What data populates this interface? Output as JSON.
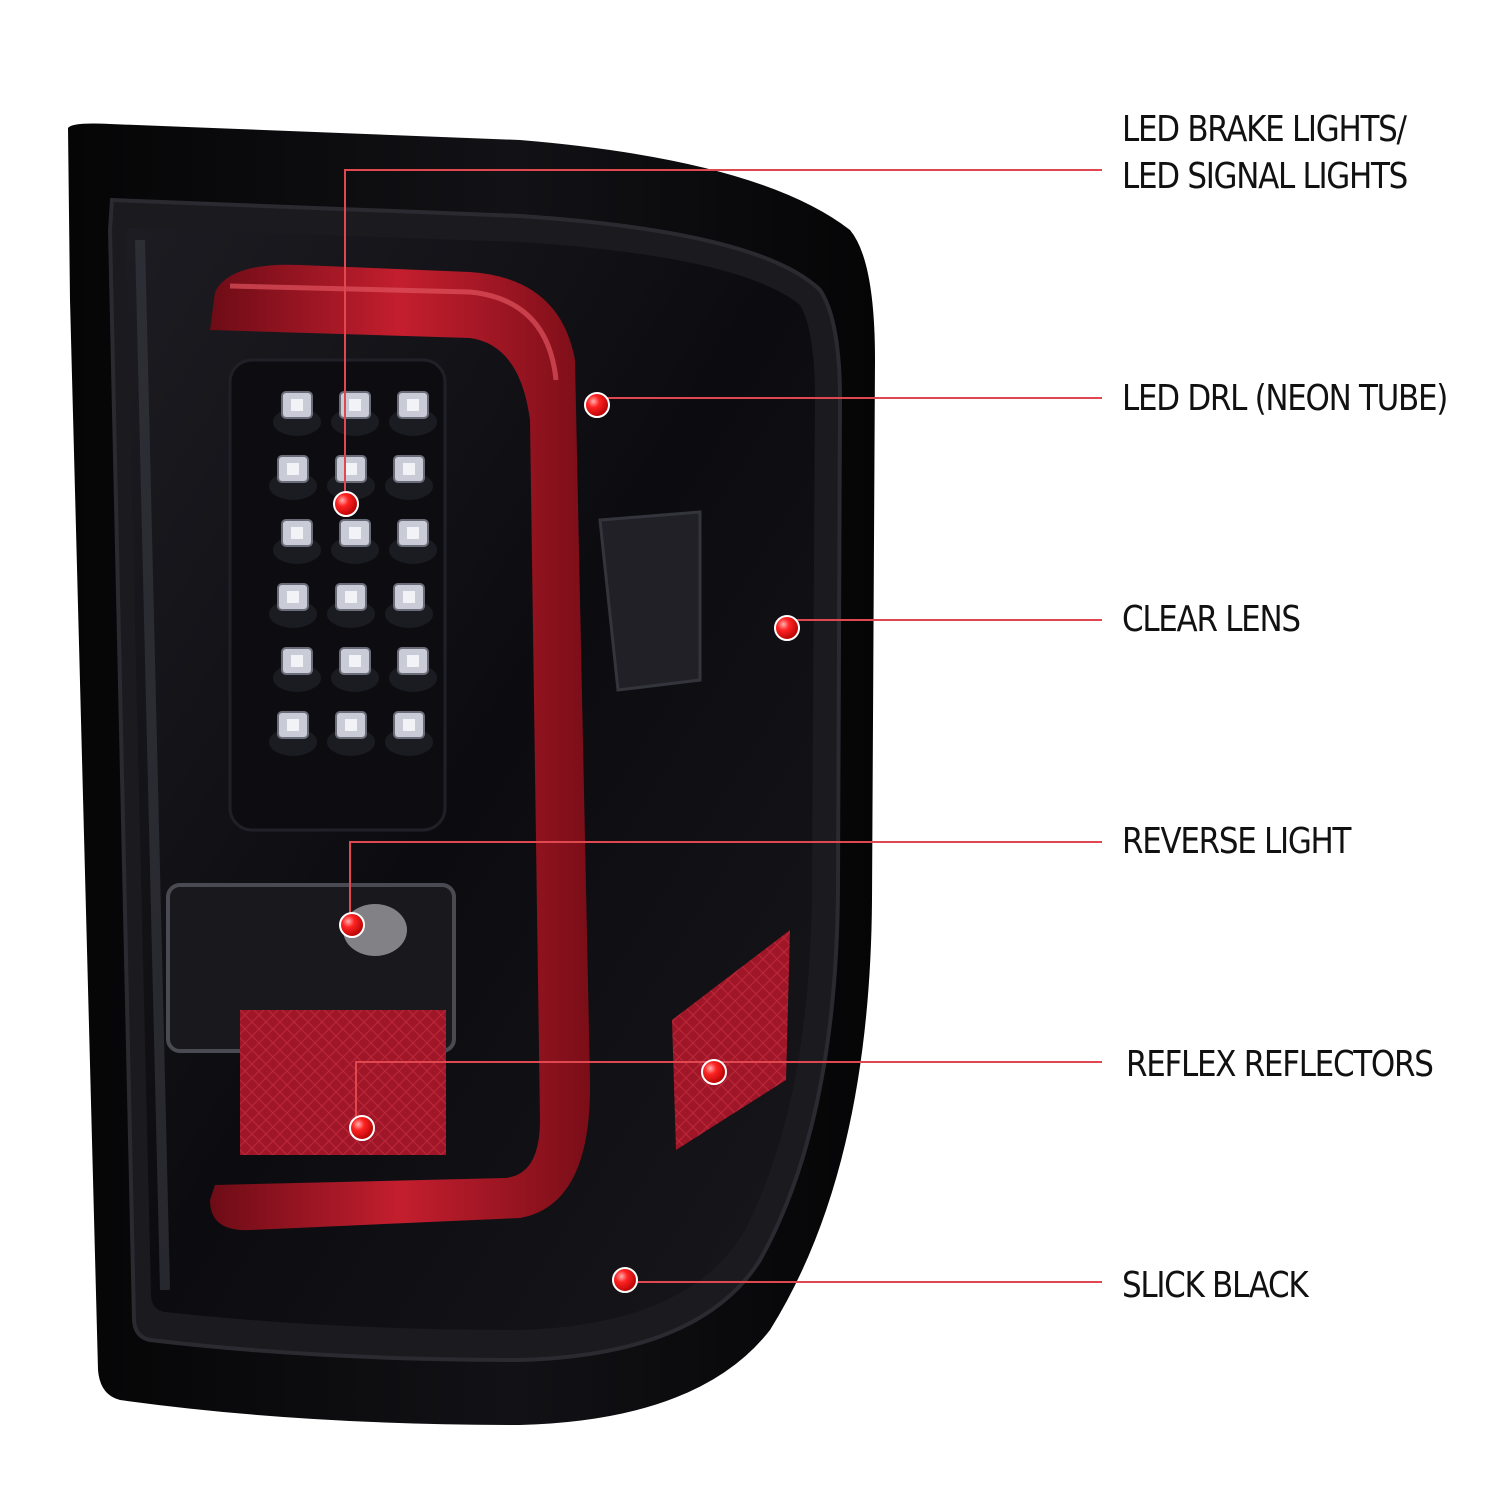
{
  "callouts": {
    "brake_line1": "LED BRAKE LIGHTS/",
    "brake_line2": "LED SIGNAL LIGHTS",
    "drl": "LED DRL (NEON TUBE)",
    "lens": "CLEAR LENS",
    "reverse": "REVERSE LIGHT",
    "reflex": "REFLEX REFLECTORS",
    "black": "SLICK BLACK"
  },
  "colors": {
    "background": "#ffffff",
    "housing": "#0b0b0d",
    "neon_tube": "#b3192a",
    "reflector": "#a4182a",
    "callout_line": "#e0474f",
    "callout_dot": "#ff2a2a",
    "label_text": "#111111"
  }
}
